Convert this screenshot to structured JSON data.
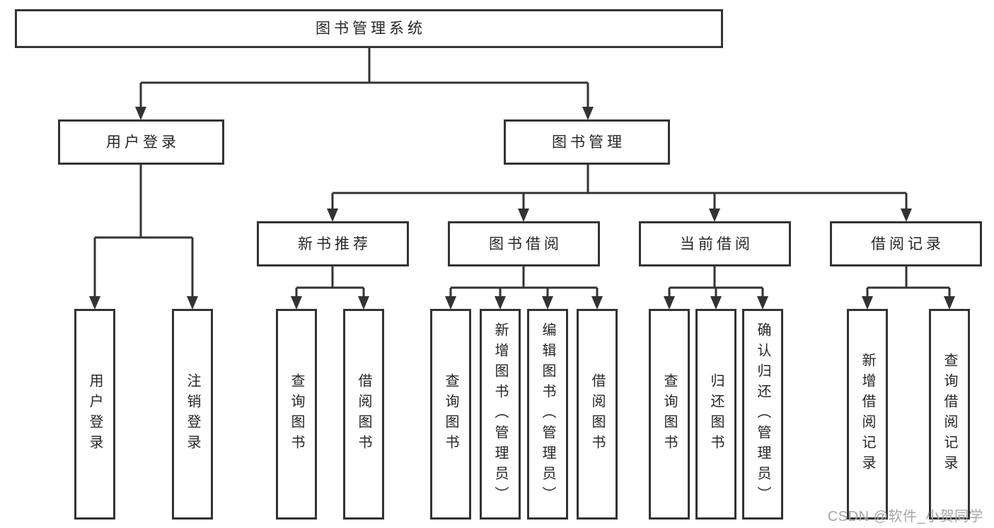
{
  "diagram": {
    "root": {
      "label": "图书管理系统"
    },
    "level2": [
      {
        "label": "用户登录"
      },
      {
        "label": "图书管理"
      }
    ],
    "level3": [
      {
        "label": "新书推荐"
      },
      {
        "label": "图书借阅"
      },
      {
        "label": "当前借阅"
      },
      {
        "label": "借阅记录"
      }
    ],
    "leaves": [
      {
        "label": "用户登录"
      },
      {
        "label": "注销登录"
      },
      {
        "label": "查询图书"
      },
      {
        "label": "借阅图书"
      },
      {
        "label": "查询图书"
      },
      {
        "label": "新增图书（管理员）"
      },
      {
        "label": "编辑图书（管理员）"
      },
      {
        "label": "借阅图书"
      },
      {
        "label": "查询图书"
      },
      {
        "label": "归还图书"
      },
      {
        "label": "确认归还（管理员）"
      },
      {
        "label": "新增借阅记录"
      },
      {
        "label": "查询借阅记录"
      }
    ]
  },
  "watermark": {
    "text": "CSDN @软件_小贺同学"
  },
  "colors": {
    "line": "#333333",
    "text": "#262626",
    "watermark": "#a6a6a6",
    "background": "#ffffff"
  }
}
